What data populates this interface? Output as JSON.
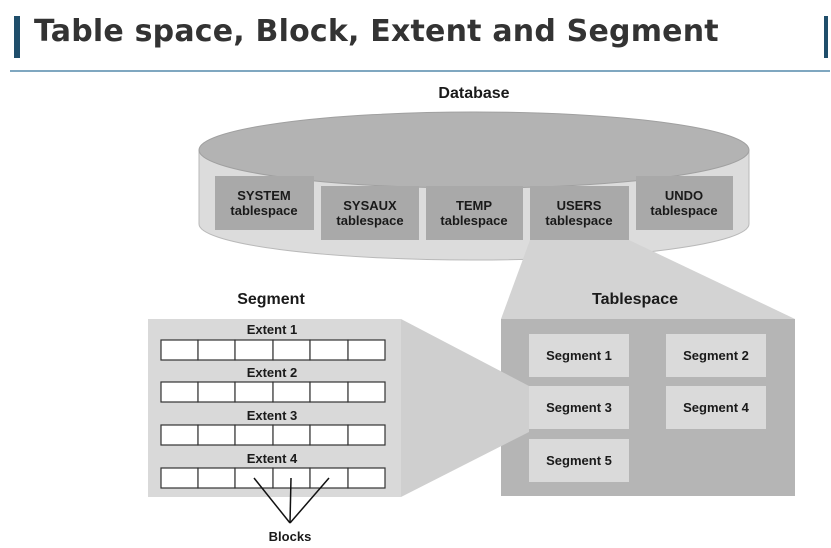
{
  "title": "Table space, Block, Extent and Segment",
  "database": {
    "label": "Database",
    "tablespaces": [
      {
        "line1": "SYSTEM",
        "line2": "tablespace"
      },
      {
        "line1": "SYSAUX",
        "line2": "tablespace"
      },
      {
        "line1": "TEMP",
        "line2": "tablespace"
      },
      {
        "line1": "USERS",
        "line2": "tablespace"
      },
      {
        "line1": "UNDO",
        "line2": "tablespace"
      }
    ]
  },
  "segment_panel": {
    "label": "Segment",
    "extents": [
      "Extent 1",
      "Extent 2",
      "Extent 3",
      "Extent 4"
    ],
    "blocks_label": "Blocks"
  },
  "tablespace_panel": {
    "label": "Tablespace",
    "segments": [
      "Segment 1",
      "Segment 2",
      "Segment 3",
      "Segment 4",
      "Segment 5"
    ]
  }
}
